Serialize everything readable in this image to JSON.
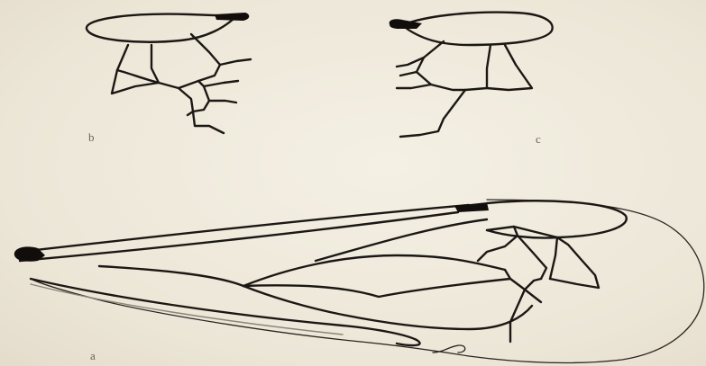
{
  "figure": {
    "panels": [
      {
        "id": "b",
        "label": "b"
      },
      {
        "id": "c",
        "label": "c"
      },
      {
        "id": "a",
        "label": "a"
      }
    ]
  }
}
